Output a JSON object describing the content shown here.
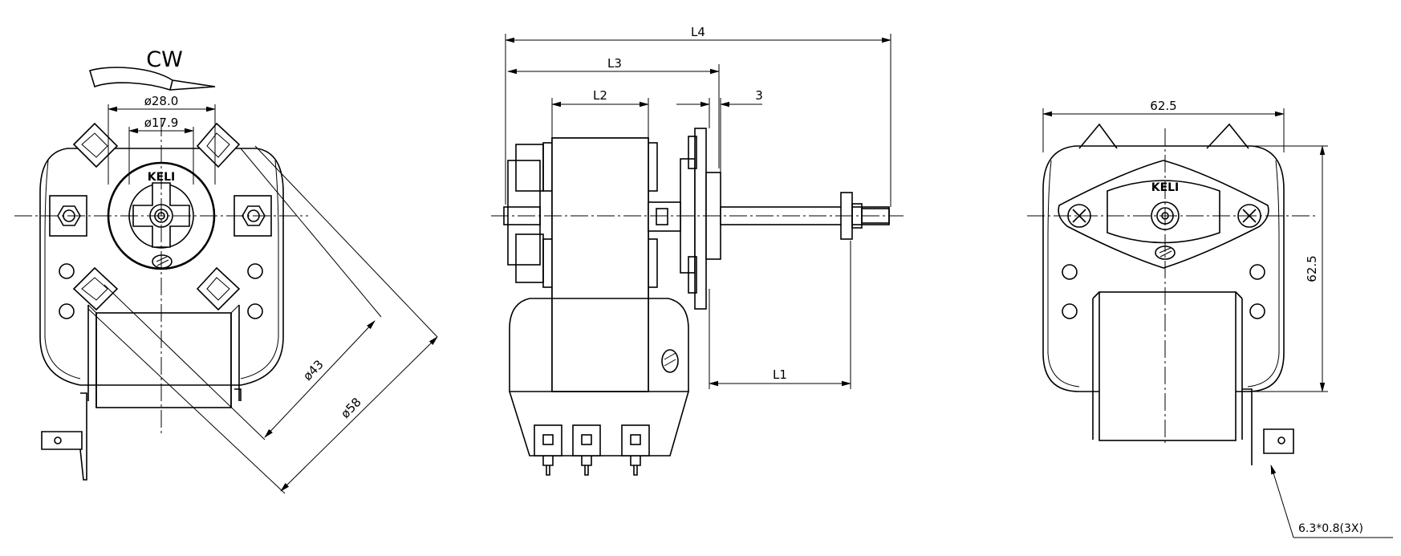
{
  "drawing": {
    "brand": "KELI",
    "rotation_label": "CW",
    "front_view": {
      "dim_d280": "ø28.0",
      "dim_d179": "ø17.9",
      "dim_d43": "ø43",
      "dim_d58": "ø58"
    },
    "side_view": {
      "dim_l4": "L4",
      "dim_l3": "L3",
      "dim_l2": "L2",
      "dim_3": "3",
      "dim_l1": "L1"
    },
    "rear_view": {
      "dim_width": "62.5",
      "dim_height": "62.5",
      "terminal_note": "6.3*0.8(3X)"
    }
  }
}
